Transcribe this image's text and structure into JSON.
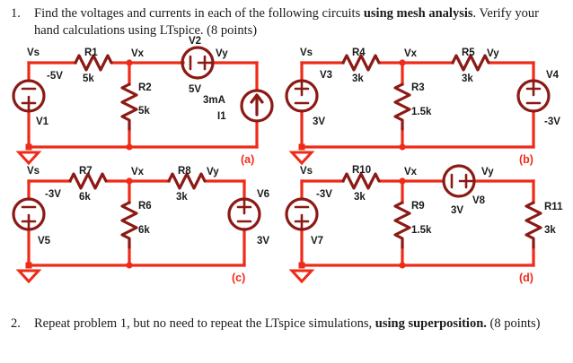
{
  "questions": [
    {
      "number": "1.",
      "text_before_bold": "Find the voltages and currents in each of the following circuits ",
      "bold": "using mesh analysis",
      "text_after_bold": ". Verify your hand calculations using LTspice. (8 points)"
    },
    {
      "number": "2.",
      "text_before_bold": "Repeat problem 1, but no need to repeat the LTspice simulations, ",
      "bold": "using superposition.",
      "text_after_bold": " (8 points)"
    }
  ],
  "colors": {
    "wire": "#ef2b18",
    "component": "#8b1a15",
    "label": "#1a1a1a",
    "circuit_tag": "#ef2b18"
  },
  "circuits": [
    {
      "tag": "(a)",
      "nodes": [
        "Vs",
        "Vx",
        "Vy"
      ],
      "ground": "ground-symbol",
      "sources": [
        {
          "name": "V1",
          "value": "-5V",
          "type": "voltage",
          "orientation": "vertical",
          "polarity_top": "minus",
          "polarity_bottom": "plus"
        },
        {
          "name": "V2",
          "value": "5V",
          "type": "voltage",
          "orientation": "horizontal",
          "polarity_left": "minus",
          "polarity_right": "plus"
        },
        {
          "name": "I1",
          "value": "3mA",
          "type": "current",
          "orientation": "vertical",
          "arrow": "up"
        }
      ],
      "resistors": [
        {
          "name": "R1",
          "value": "5k",
          "orientation": "horizontal"
        },
        {
          "name": "R2",
          "value": "5k",
          "orientation": "vertical"
        }
      ]
    },
    {
      "tag": "(b)",
      "nodes": [
        "Vs",
        "Vx",
        "Vy"
      ],
      "ground": "ground-symbol",
      "sources": [
        {
          "name": "V3",
          "value": "3V",
          "type": "voltage",
          "orientation": "vertical",
          "polarity_top": "plus",
          "polarity_bottom": "minus"
        },
        {
          "name": "V4",
          "value": "-3V",
          "type": "voltage",
          "orientation": "vertical",
          "polarity_top": "plus",
          "polarity_bottom": "minus"
        }
      ],
      "resistors": [
        {
          "name": "R4",
          "value": "3k",
          "orientation": "horizontal"
        },
        {
          "name": "R3",
          "value": "1.5k",
          "orientation": "vertical"
        },
        {
          "name": "R5",
          "value": "3k",
          "orientation": "horizontal"
        }
      ]
    },
    {
      "tag": "(c)",
      "nodes": [
        "Vs",
        "Vx",
        "Vy"
      ],
      "ground": "ground-symbol",
      "sources": [
        {
          "name": "V5",
          "value": "-3V",
          "type": "voltage",
          "orientation": "vertical",
          "polarity_top": "minus",
          "polarity_bottom": "plus"
        },
        {
          "name": "V6",
          "value": "3V",
          "type": "voltage",
          "orientation": "vertical",
          "polarity_top": "plus",
          "polarity_bottom": "minus"
        }
      ],
      "resistors": [
        {
          "name": "R7",
          "value": "6k",
          "orientation": "horizontal"
        },
        {
          "name": "R6",
          "value": "6k",
          "orientation": "vertical"
        },
        {
          "name": "R8",
          "value": "3k",
          "orientation": "horizontal"
        }
      ]
    },
    {
      "tag": "(d)",
      "nodes": [
        "Vs",
        "Vx",
        "Vy"
      ],
      "ground": "ground-symbol",
      "sources": [
        {
          "name": "V7",
          "value": "-3V",
          "type": "voltage",
          "orientation": "vertical",
          "polarity_top": "minus",
          "polarity_bottom": "plus"
        },
        {
          "name": "V8",
          "value": "3V",
          "type": "voltage",
          "orientation": "horizontal",
          "polarity_left": "minus",
          "polarity_right": "plus"
        }
      ],
      "resistors": [
        {
          "name": "R10",
          "value": "3k",
          "orientation": "horizontal"
        },
        {
          "name": "R9",
          "value": "1.5k",
          "orientation": "vertical"
        },
        {
          "name": "R11",
          "value": "3k",
          "orientation": "vertical"
        }
      ]
    }
  ]
}
